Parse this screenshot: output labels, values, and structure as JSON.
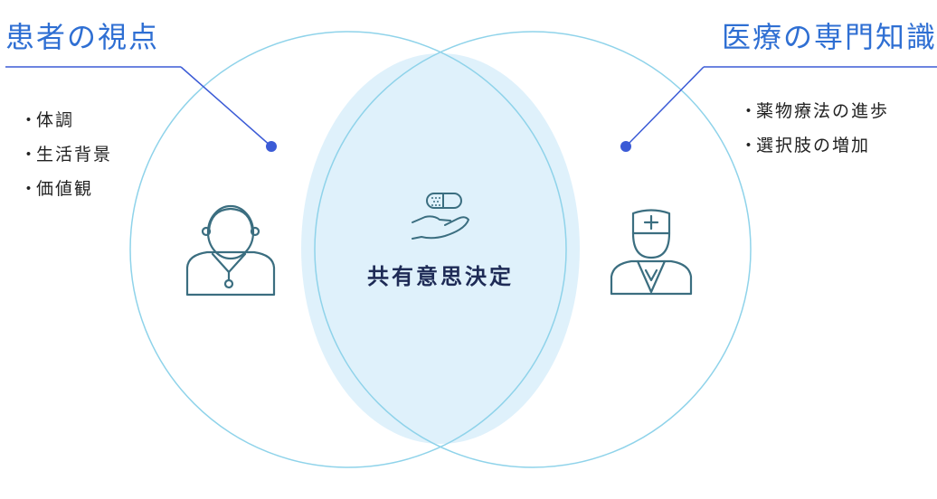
{
  "left": {
    "heading": "患者の視点",
    "items": [
      "体調",
      "生活背景",
      "価値観"
    ]
  },
  "right": {
    "heading": "医療の専門知識",
    "items": [
      "薬物療法の進歩",
      "選択肢の増加"
    ]
  },
  "center": {
    "label": "共有意思決定"
  },
  "bullet_marker": "・",
  "icons": {
    "left": "patient-icon",
    "right": "doctor-icon",
    "center": "pill-on-hand-icon"
  },
  "colors": {
    "heading": "#2f6fd3",
    "circle_stroke": "#8fd3ea",
    "overlap_fill": "#dff1fb",
    "connector": "#3b5bd6",
    "icon": "#3b6e80",
    "center_text": "#1e2b56",
    "body_text": "#222222"
  }
}
